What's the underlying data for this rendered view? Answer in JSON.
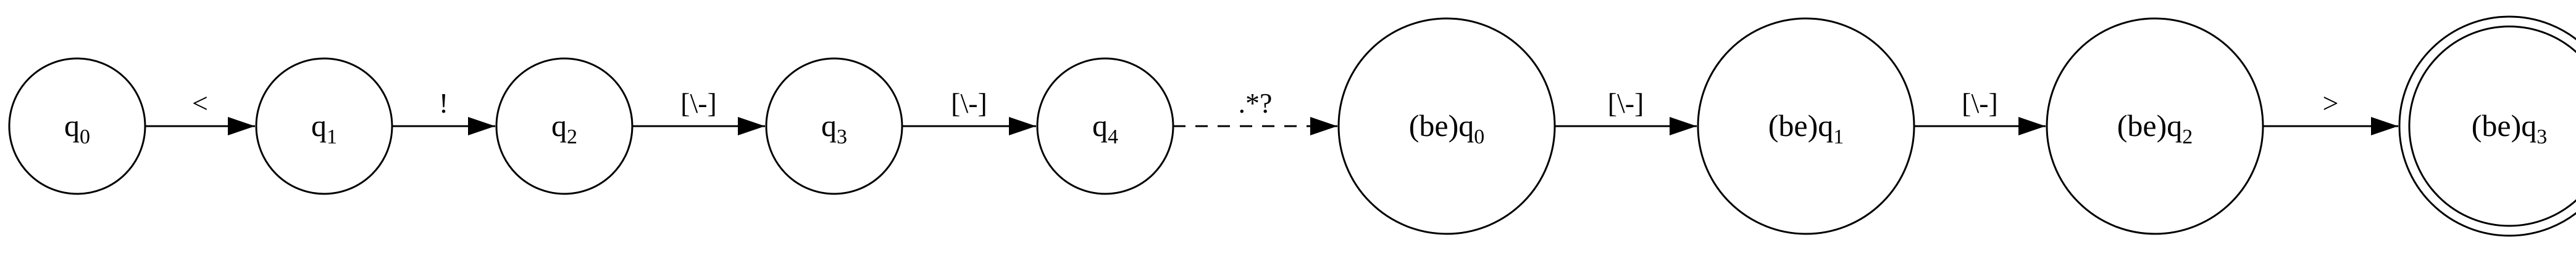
{
  "diagram": {
    "states": [
      {
        "id": "q0",
        "prefix": "",
        "base": "q",
        "sub": "0",
        "accepting": false
      },
      {
        "id": "q1",
        "prefix": "",
        "base": "q",
        "sub": "1",
        "accepting": false
      },
      {
        "id": "q2",
        "prefix": "",
        "base": "q",
        "sub": "2",
        "accepting": false
      },
      {
        "id": "q3",
        "prefix": "",
        "base": "q",
        "sub": "3",
        "accepting": false
      },
      {
        "id": "q4",
        "prefix": "",
        "base": "q",
        "sub": "4",
        "accepting": false
      },
      {
        "id": "be_q0",
        "prefix": "(be)",
        "base": "q",
        "sub": "0",
        "accepting": false
      },
      {
        "id": "be_q1",
        "prefix": "(be)",
        "base": "q",
        "sub": "1",
        "accepting": false
      },
      {
        "id": "be_q2",
        "prefix": "(be)",
        "base": "q",
        "sub": "2",
        "accepting": false
      },
      {
        "id": "be_q3",
        "prefix": "(be)",
        "base": "q",
        "sub": "3",
        "accepting": true
      }
    ],
    "edges": [
      {
        "from": "q0",
        "to": "q1",
        "label": "<",
        "style": "solid"
      },
      {
        "from": "q1",
        "to": "q2",
        "label": "!",
        "style": "solid"
      },
      {
        "from": "q2",
        "to": "q3",
        "label": "[\\-]",
        "style": "solid"
      },
      {
        "from": "q3",
        "to": "q4",
        "label": "[\\-]",
        "style": "solid"
      },
      {
        "from": "q4",
        "to": "be_q0",
        "label": ".*?",
        "style": "dashed"
      },
      {
        "from": "be_q0",
        "to": "be_q1",
        "label": "[\\-]",
        "style": "solid"
      },
      {
        "from": "be_q1",
        "to": "be_q2",
        "label": "[\\-]",
        "style": "solid"
      },
      {
        "from": "be_q2",
        "to": "be_q3",
        "label": ">",
        "style": "solid"
      }
    ]
  }
}
